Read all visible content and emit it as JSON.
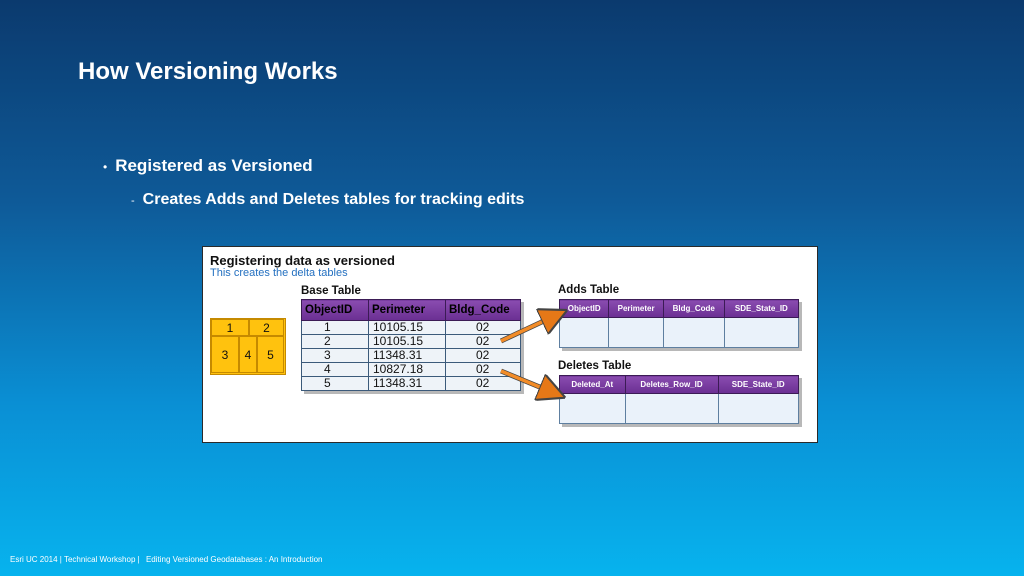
{
  "slide": {
    "title": "How Versioning Works",
    "bullet1": "Registered as Versioned",
    "bullet2": "Creates Adds and Deletes tables for tracking edits",
    "footer": [
      "Esri UC 2014 | Technical Workshop |",
      "Editing Versioned Geodatabases : An Introduction"
    ]
  },
  "figure": {
    "title": "Registering data as versioned",
    "subtitle": "This creates the delta tables",
    "parcels": [
      "1",
      "2",
      "3",
      "4",
      "5"
    ],
    "base_table": {
      "label": "Base Table",
      "columns": [
        "ObjectID",
        "Perimeter",
        "Bldg_Code"
      ],
      "rows": [
        [
          "1",
          "10105.15",
          "02"
        ],
        [
          "2",
          "10105.15",
          "02"
        ],
        [
          "3",
          "11348.31",
          "02"
        ],
        [
          "4",
          "10827.18",
          "02"
        ],
        [
          "5",
          "11348.31",
          "02"
        ]
      ]
    },
    "adds_table": {
      "label": "Adds Table",
      "columns": [
        "ObjectID",
        "Perimeter",
        "Bldg_Code",
        "SDE_State_ID"
      ]
    },
    "deletes_table": {
      "label": "Deletes Table",
      "columns": [
        "Deleted_At",
        "Deletes_Row_ID",
        "SDE_State_ID"
      ]
    },
    "colors": {
      "header": "#6a2f92",
      "parcel": "#ffc20e",
      "arrow": "#f28c28"
    }
  }
}
